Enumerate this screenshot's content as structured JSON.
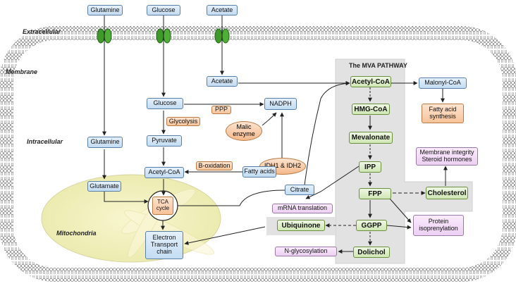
{
  "regions": {
    "extracellular": "Extracellular",
    "membrane": "Membrane",
    "intracellular": "Intracellular",
    "mitochondria": "Mitochondria",
    "mva_title": "The MVA PATHWAY"
  },
  "extracellular": {
    "glutamine": "Glutamine",
    "glucose": "Glucose",
    "acetate": "Acetate"
  },
  "cytosol": {
    "acetate": "Acetate",
    "glucose": "Glucose",
    "nadph": "NADPH",
    "ppp": "PPP",
    "glycolysis": "Glycolysis",
    "malic_enzyme": "Malic enzyme",
    "idh": "IDH1 & IDH2",
    "glutamine": "Glutamine",
    "pyruvate": "Pyruvate",
    "b_oxidation": "B-oxidation",
    "acetyl_coa": "Acetyl-CoA",
    "fatty_acids": "Fatty acids",
    "glutamate": "Glutamate",
    "citrate": "Citrate",
    "mrna_translation": "mRNA translation",
    "n_glycosylation": "N-glycosylation",
    "membrane_integrity": "Membrane integrity Steroid hormones",
    "malonyl_coa": "Malonyl-CoA",
    "fatty_acid_synthesis": "Fatty acid synthesis",
    "protein_isoprenylation": "Protein isoprenylation"
  },
  "mitochondria": {
    "tca": "TCA cycle",
    "etc": "Electron Transport chain"
  },
  "mva": {
    "acetyl_coa": "Acetyl-CoA",
    "hmg_coa": "HMG-CoA",
    "mevalonate": "Mevalonate",
    "ipp": "IPP",
    "fpp": "FPP",
    "cholesterol": "Cholesterol",
    "ggpp": "GGPP",
    "ubiquinone": "Ubiquinone",
    "dolichol": "Dolichol"
  },
  "colors": {
    "blue_box": "#c3dcf2",
    "green_box": "#cfe6b4",
    "orange_box": "#f7c39a",
    "pink_box": "#ecd0f2",
    "mva_panel": "#e3e3e3",
    "mitochondria": "#f2f0b8",
    "channel": "#3f9a2a"
  }
}
